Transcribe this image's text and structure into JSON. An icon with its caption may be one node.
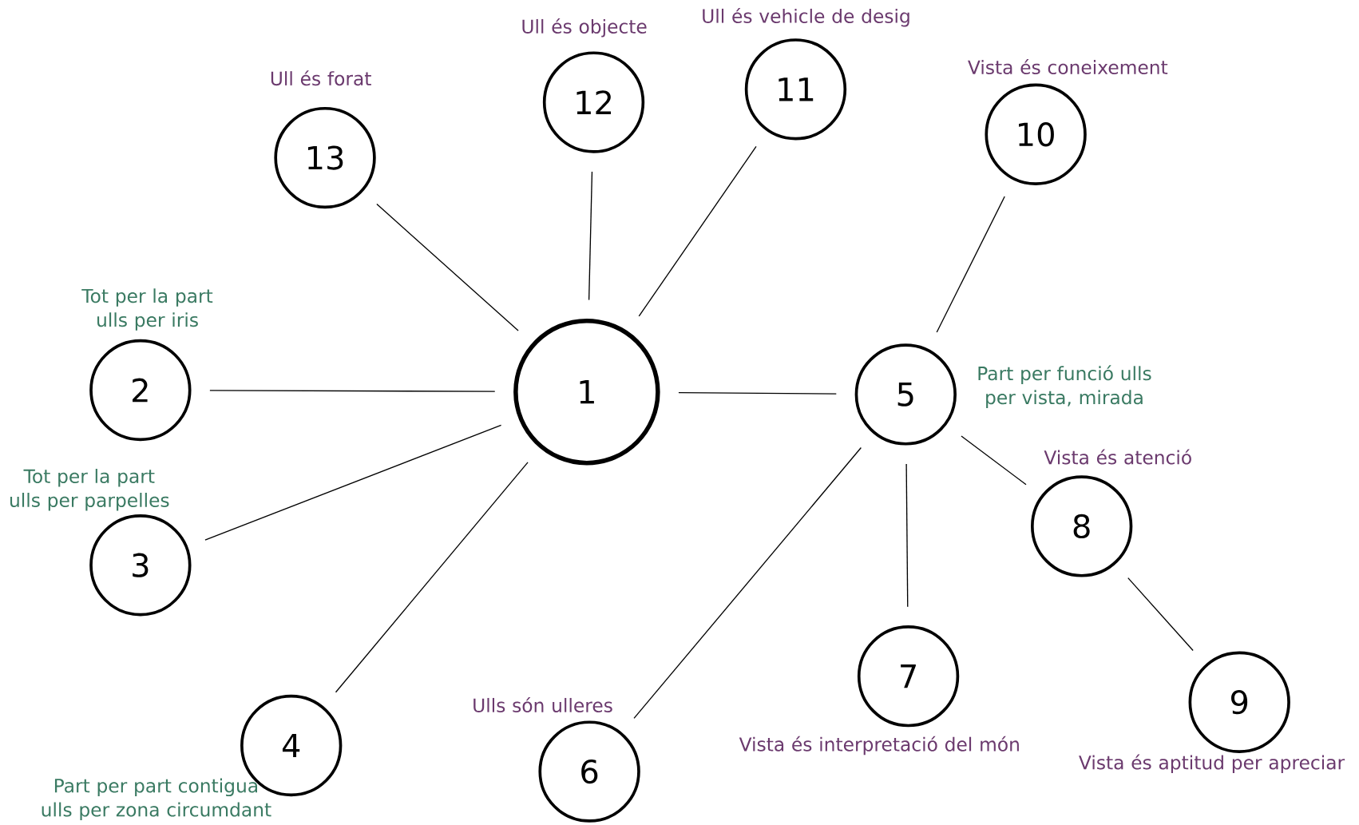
{
  "diagram": {
    "nodes": [
      {
        "text": [
          "1"
        ]
      },
      {
        "text": [
          "2"
        ],
        "beside": [
          "Tot per la part ulls per iris"
        ]
      },
      {
        "text": [
          "3"
        ],
        "beside": [
          "Tot per la part ulls per parpelles"
        ]
      },
      {
        "text": [
          "4"
        ],
        "beside": [
          "Part per part contigua ulls per zona circumdant"
        ]
      },
      {
        "text": [
          "5"
        ],
        "beside": [
          "Part per funció ulls per vista, mirada"
        ]
      },
      {
        "text": [
          "6"
        ],
        "beside": [
          "Ulls són ulleres"
        ]
      },
      {
        "text": [
          "7"
        ],
        "beside": [
          "Vista és interpretació del món"
        ]
      },
      {
        "text": [
          "8"
        ],
        "beside": [
          "Vista és atenció"
        ]
      },
      {
        "text": [
          "9"
        ],
        "beside": [
          "Vista és aptitud per apreciar"
        ]
      },
      {
        "text": [
          "10"
        ],
        "beside": [
          "Vista és coneixement"
        ]
      },
      {
        "text": [
          "11"
        ],
        "beside": [
          "Ull és vehicle de desig"
        ]
      },
      {
        "text": [
          "12"
        ],
        "beside": [
          "Ull és objecte"
        ]
      },
      {
        "text": [
          "13"
        ],
        "beside": [
          "Ull és forat"
        ]
      }
    ],
    "edges": [
      {
        "from": 0,
        "to": 1,
        "arrow": "none"
      },
      {
        "from": 0,
        "to": 2,
        "arrow": "none"
      },
      {
        "from": 0,
        "to": 3,
        "arrow": "none"
      },
      {
        "from": 0,
        "to": 4,
        "arrow": "none"
      },
      {
        "from": 0,
        "to": 10,
        "arrow": "none"
      },
      {
        "from": 0,
        "to": 11,
        "arrow": "none"
      },
      {
        "from": 0,
        "to": 12,
        "arrow": "none"
      },
      {
        "from": 4,
        "to": 5,
        "arrow": "none"
      },
      {
        "from": 4,
        "to": 6,
        "arrow": "none"
      },
      {
        "from": 4,
        "to": 7,
        "arrow": "none"
      },
      {
        "from": 4,
        "to": 9,
        "arrow": "none"
      },
      {
        "from": 7,
        "to": 8,
        "arrow": "none"
      }
    ]
  }
}
